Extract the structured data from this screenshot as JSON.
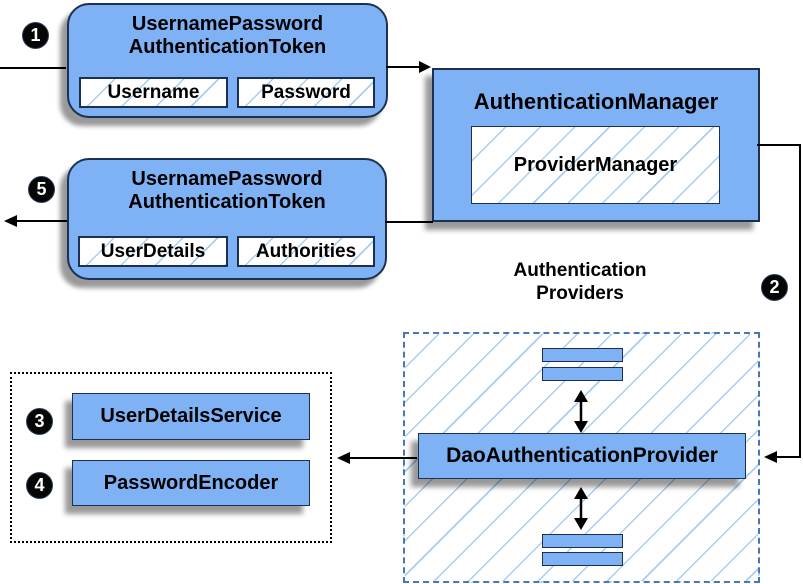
{
  "colors": {
    "box_blue": "#7fb1f5",
    "border_navy": "#1c3152",
    "hatch_blue": "#a9cdf2",
    "dashed_border_blue": "#4778b3",
    "connector_black": "#000000",
    "shadow_gray": "#9a9a9a"
  },
  "steps": [
    {
      "number": "1"
    },
    {
      "number": "2"
    },
    {
      "number": "3"
    },
    {
      "number": "4"
    },
    {
      "number": "5"
    }
  ],
  "request_token": {
    "title_line1": "UsernamePassword",
    "title_line2": "AuthenticationToken",
    "fields": [
      "Username",
      "Password"
    ]
  },
  "authentication_manager": {
    "title": "AuthenticationManager",
    "inner": "ProviderManager"
  },
  "result_token": {
    "title_line1": "UsernamePassword",
    "title_line2": "AuthenticationToken",
    "fields": [
      "UserDetails",
      "Authorities"
    ]
  },
  "providers": {
    "heading_line1": "Authentication",
    "heading_line2": "Providers",
    "main_provider": "DaoAuthenticationProvider"
  },
  "services": {
    "items": [
      "UserDetailsService",
      "PasswordEncoder"
    ]
  }
}
